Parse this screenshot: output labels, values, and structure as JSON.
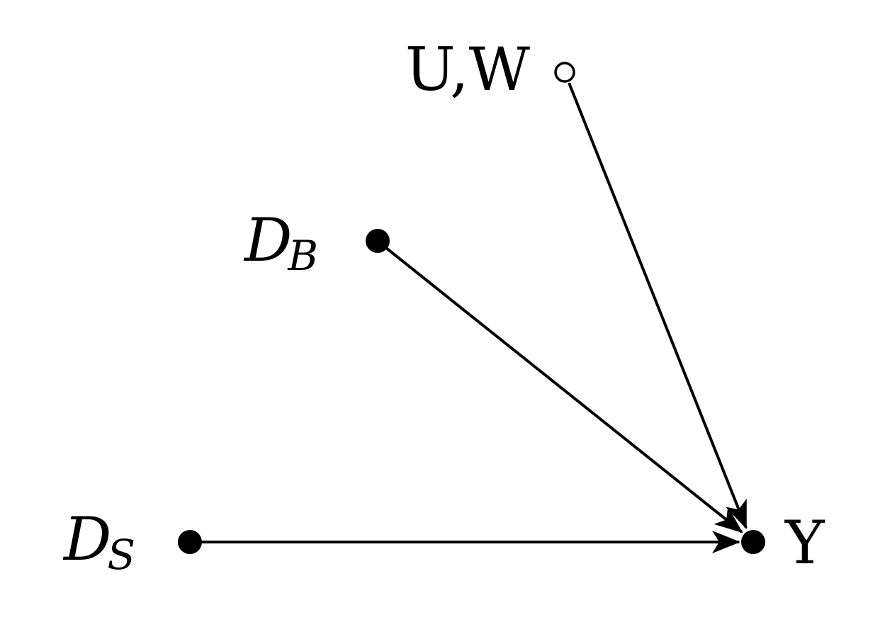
{
  "diagram": {
    "nodes": [
      {
        "id": "UW",
        "label": "U,W",
        "style": "hollow"
      },
      {
        "id": "DB",
        "label_main": "D",
        "label_sub": "B",
        "style": "filled"
      },
      {
        "id": "DS",
        "label_main": "D",
        "label_sub": "S",
        "style": "filled"
      },
      {
        "id": "Y",
        "label": "Y",
        "style": "filled"
      }
    ],
    "edges": [
      {
        "from": "UW",
        "to": "Y"
      },
      {
        "from": "DB",
        "to": "Y"
      },
      {
        "from": "DS",
        "to": "Y"
      }
    ],
    "colors": {
      "ink": "#000000",
      "background": "#ffffff"
    }
  }
}
